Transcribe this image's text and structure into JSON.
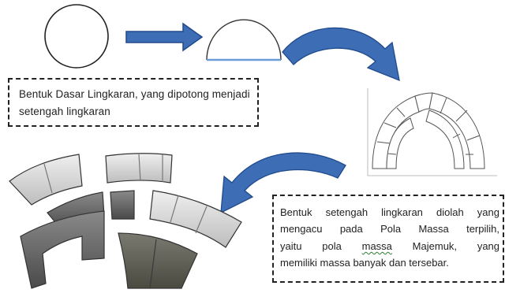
{
  "captions": {
    "step_1": {
      "lines": [
        "Bentuk Dasar Lingkaran, yang dipotong menjadi",
        "setengah lingkaran"
      ]
    },
    "step_2": {
      "lines": [
        "Bentuk setengah lingkaran diolah yang",
        "mengacu pada Pola Massa terpilih,",
        "yaitu pola massa Majemuk, yang",
        "memiliki massa banyak dan tersebar."
      ],
      "underlined_word": "massa"
    }
  },
  "shapes": [
    "circle",
    "semicircle",
    "arch-outline",
    "arch-mass-blocks"
  ],
  "arrows": [
    "right-arrow",
    "curved-arrow-down-right",
    "curved-arrow-down-left"
  ],
  "colors": {
    "arrow_fill": "#3d6db5",
    "arrow_stroke": "#1f4a8c",
    "semicircle_base": "#6a9bd8",
    "mass_dark": "#6c6c6c",
    "mass_mid": "#8f8f8f",
    "mass_light": "#d6d6d6",
    "outline": "#555555"
  }
}
